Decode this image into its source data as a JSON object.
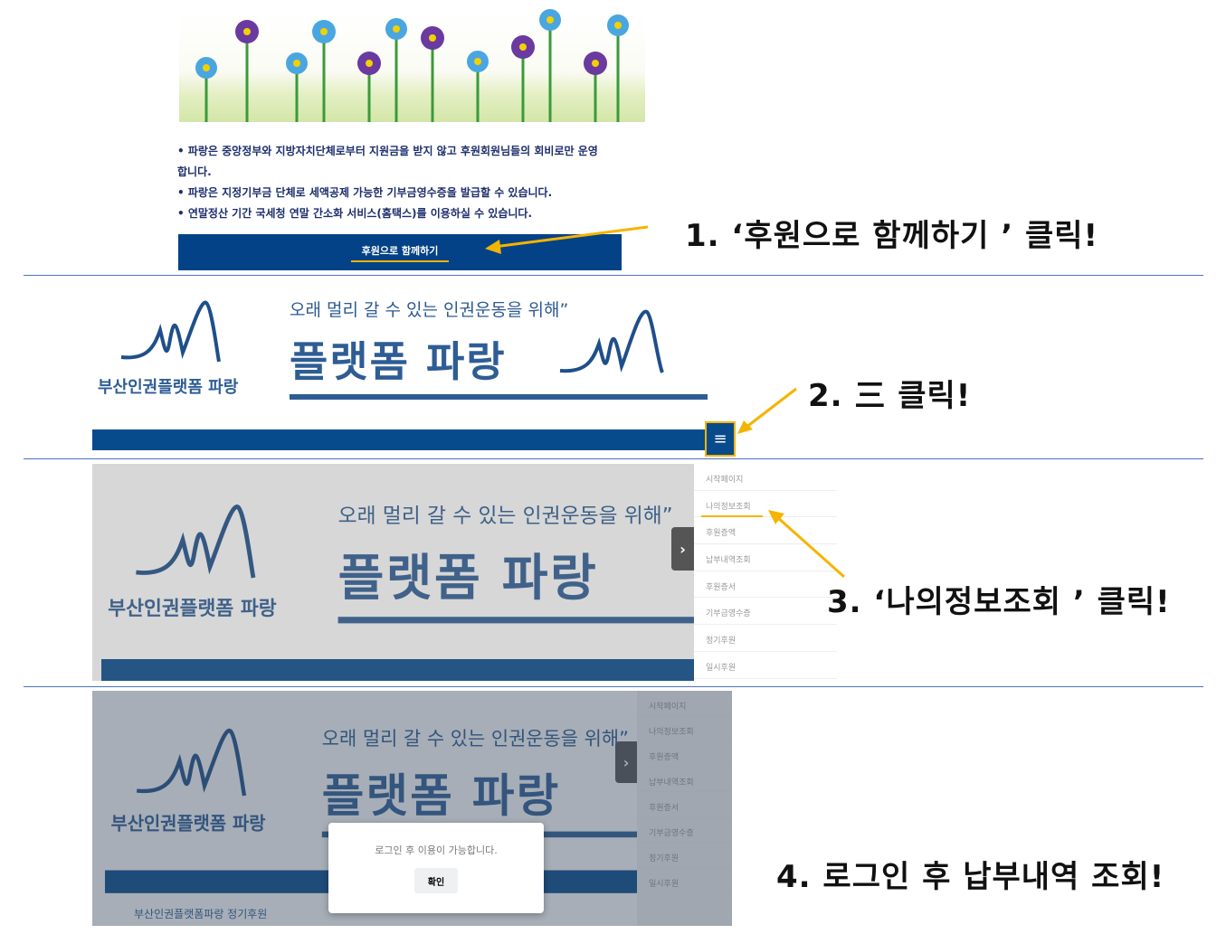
{
  "steps": [
    "1. ‘후원으로 함께하기 ’ 클릭!",
    "2. 三 클릭!",
    "3. ‘나의정보조회 ’ 클릭!",
    "4. 로그인 후 납부내역 조회!"
  ],
  "notice": [
    "• 파랑은 중앙정부와 지방자치단체로부터 지원금을 받지 않고 후원회원님들의 회비로만 운영",
    "합니다.",
    "• 파랑은 지정기부금 단체로 세액공제 가능한 기부금영수증을 발급할 수 있습니다.",
    "• 연말정산 기간 국세청 연말 간소화 서비스(홈택스)를 이용하실 수 있습니다."
  ],
  "support_button": "후원으로 함께하기",
  "banner": {
    "tagline": "오래 멀리 갈 수 있는 인권운동을 위해”",
    "title": "플랫폼 파랑",
    "logo_text": "부산인권플랫폼 파랑"
  },
  "menu_items": [
    "시작페이지",
    "나의정보조회",
    "후원증액",
    "납부내역조회",
    "후원증서",
    "기부금영수증",
    "정기후원",
    "일시후원"
  ],
  "modal": {
    "message": "로그인 후 이용이 가능합니다.",
    "confirm": "확인"
  },
  "footer_title": "부산인권플랫폼파랑 정기후원",
  "colors": {
    "brand": "#034287",
    "highlight": "#f5b400"
  }
}
